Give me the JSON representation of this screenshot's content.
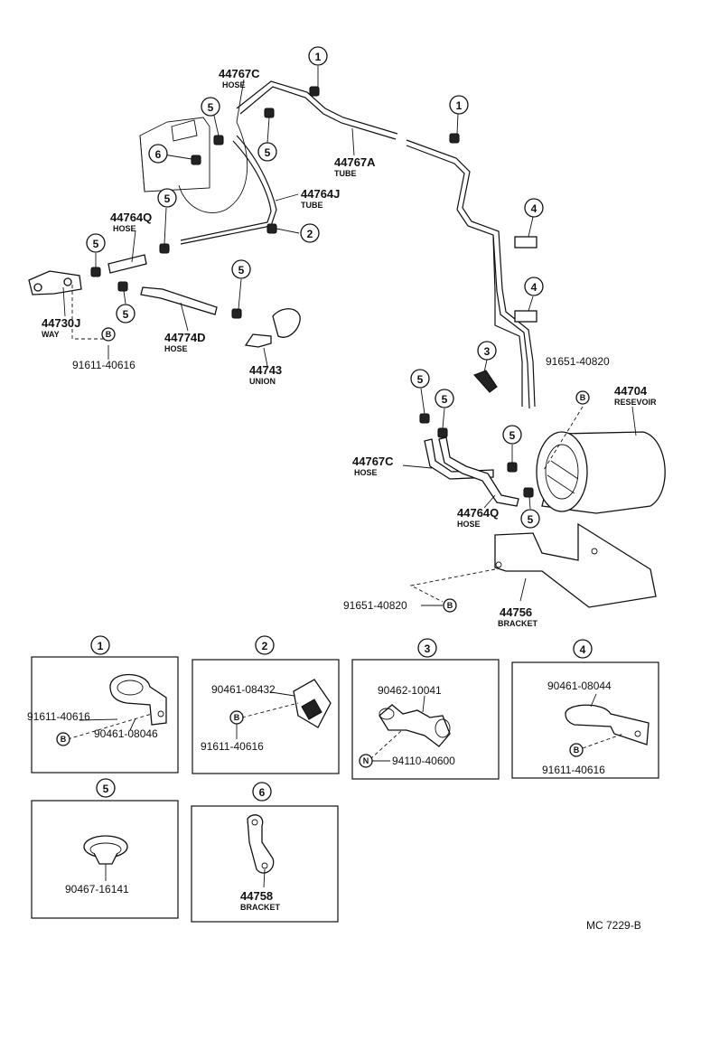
{
  "diagram": {
    "ref_code": "MC 7229-B",
    "circle_numbers": [
      "1",
      "2",
      "3",
      "4",
      "5",
      "6"
    ],
    "marker_b": "B",
    "marker_n": "N",
    "labels": {
      "hose_44767c_top": {
        "pn": "44767C",
        "desc": "HOSE"
      },
      "tube_44767a": {
        "pn": "44767A",
        "desc": "TUBE"
      },
      "tube_44764j": {
        "pn": "44764J",
        "desc": "TUBE"
      },
      "hose_44764q_left": {
        "pn": "44764Q",
        "desc": "HOSE"
      },
      "way_44730j": {
        "pn": "44730J",
        "desc": "WAY"
      },
      "hose_44774d": {
        "pn": "44774D",
        "desc": "HOSE"
      },
      "union_44743": {
        "pn": "44743",
        "desc": "UNION"
      },
      "bolt_91611_main": {
        "pn": "91611-40616"
      },
      "bolt_91651_res": {
        "pn": "91651-40820"
      },
      "reservoir_44704": {
        "pn": "44704",
        "desc": "RESEVOIR"
      },
      "hose_44767c_low": {
        "pn": "44767C",
        "desc": "HOSE"
      },
      "hose_44764q_low": {
        "pn": "44764Q",
        "desc": "HOSE"
      },
      "bolt_91651_bracket": {
        "pn": "91651-40820"
      },
      "bracket_44756": {
        "pn": "44756",
        "desc": "BRACKET"
      }
    },
    "details": [
      {
        "num": "1",
        "parts": [
          "91611-40616",
          "90461-08046"
        ]
      },
      {
        "num": "2",
        "parts": [
          "90461-08432",
          "91611-40616"
        ]
      },
      {
        "num": "3",
        "parts": [
          "90462-10041",
          "94110-40600"
        ]
      },
      {
        "num": "4",
        "parts": [
          "90461-08044",
          "91611-40616"
        ]
      },
      {
        "num": "5",
        "parts": [
          "90467-16141"
        ]
      },
      {
        "num": "6",
        "parts": [
          "44758"
        ],
        "desc": "BRACKET"
      }
    ]
  }
}
